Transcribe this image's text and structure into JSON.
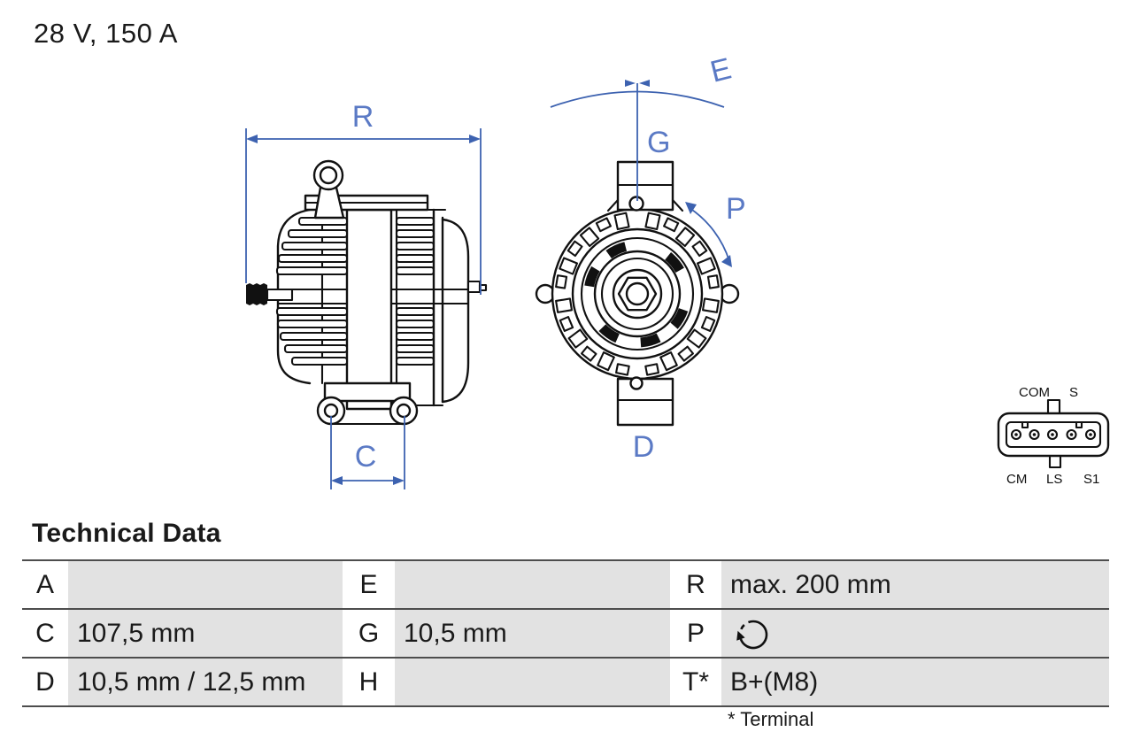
{
  "title": "28 V, 150 A",
  "drawing": {
    "dim_r": "R",
    "dim_c": "C",
    "dim_e": "E",
    "dim_g": "G",
    "dim_p": "P",
    "dim_d": "D"
  },
  "connector": {
    "top_labels": [
      "COM",
      "S"
    ],
    "bottom_labels": [
      "CM",
      "LS",
      "S1"
    ]
  },
  "table": {
    "heading": "Technical Data",
    "rows": [
      {
        "c1": {
          "label": "A",
          "value": ""
        },
        "c2": {
          "label": "E",
          "value": ""
        },
        "c3": {
          "label": "R",
          "value": "max. 200 mm"
        }
      },
      {
        "c1": {
          "label": "C",
          "value": "107,5 mm"
        },
        "c2": {
          "label": "G",
          "value": "10,5 mm"
        },
        "c3": {
          "label": "P",
          "value": "",
          "icon": "rotation-direction-icon"
        }
      },
      {
        "c1": {
          "label": "D",
          "value": "10,5 mm / 12,5 mm"
        },
        "c2": {
          "label": "H",
          "value": ""
        },
        "c3": {
          "label": "T*",
          "value": "B+(M8)"
        }
      }
    ],
    "footnote": "* Terminal"
  },
  "colors": {
    "dimension_blue": "#3d62b0",
    "dimension_label_blue": "#5b7ac5",
    "drawing_black": "#111111",
    "table_row_gray": "#e2e2e2"
  }
}
